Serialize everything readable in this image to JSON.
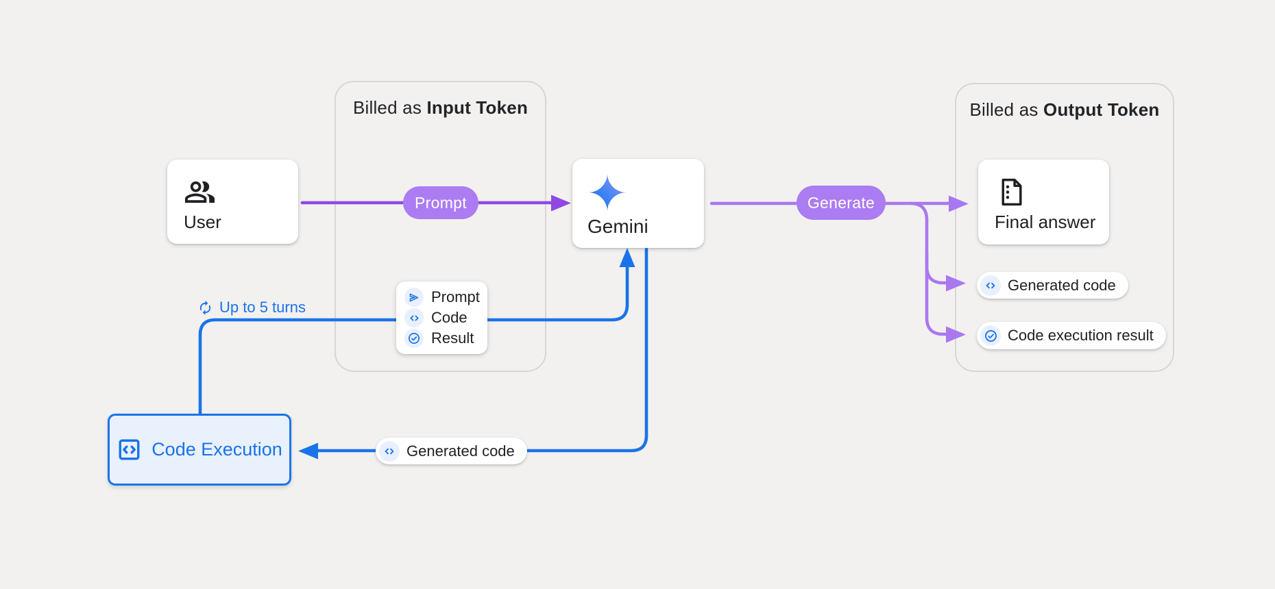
{
  "panels": {
    "input": {
      "title_prefix": "Billed as ",
      "title_bold": "Input Token"
    },
    "output": {
      "title_prefix": "Billed as ",
      "title_bold": "Output Token"
    }
  },
  "nodes": {
    "user": {
      "label": "User"
    },
    "gemini": {
      "label": "Gemini"
    },
    "final_answer": {
      "label": "Final answer"
    },
    "code_execution": {
      "label": "Code Execution"
    }
  },
  "flow_pills": {
    "prompt": {
      "label": "Prompt"
    },
    "generate": {
      "label": "Generate"
    }
  },
  "tag_pills": {
    "generated_code_output": {
      "label": "Generated code",
      "icon": "code-icon"
    },
    "code_execution_result": {
      "label": "Code execution result",
      "icon": "check-circle-icon"
    },
    "generated_code_bottom": {
      "label": "Generated code",
      "icon": "code-icon"
    }
  },
  "legend_card": {
    "items": [
      {
        "icon": "send-icon",
        "label": "Prompt"
      },
      {
        "icon": "code-icon",
        "label": "Code"
      },
      {
        "icon": "check-circle-icon",
        "label": "Result"
      }
    ]
  },
  "loop": {
    "label": "Up to 5 turns",
    "icon": "refresh-icon"
  },
  "colors": {
    "background": "#f2f1ef",
    "panel_border": "#d7d6d3",
    "purple_line_left": "#8f49e2",
    "purple_line_right": "#a978f0",
    "purple_pill": "#ac7cf2",
    "blue": "#1a73e8",
    "blue_light": "#e8f0fe",
    "text_dark": "#202124"
  }
}
